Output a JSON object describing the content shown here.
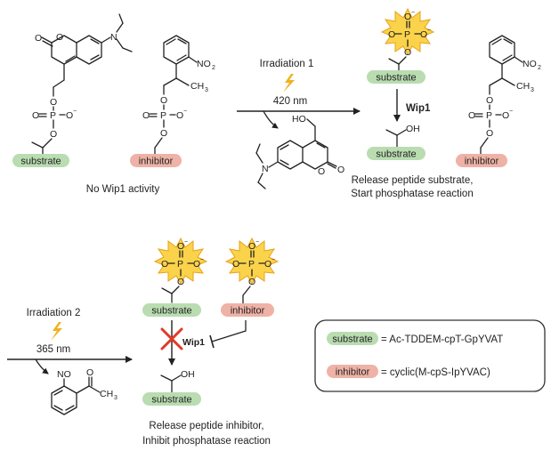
{
  "labels": {
    "substrate": "substrate",
    "inhibitor": "inhibitor",
    "no_activity": "No Wip1 activity",
    "irradiation1": "Irradiation 1",
    "wavelength1": "420 nm",
    "irradiation2": "Irradiation 2",
    "wavelength2": "365 nm",
    "wip1": "Wip1",
    "release1_line1": "Release peptide substrate,",
    "release1_line2": "Start phosphatase reaction",
    "release2_line1": "Release peptide inhibitor,",
    "release2_line2": "Inhibit phosphatase reaction"
  },
  "legend": {
    "substrate_def": "= Ac-TDDEM-cpT-GpYVAT",
    "inhibitor_def": "= cyclic(M-cpS-IpYVAC)"
  },
  "atoms": {
    "O": "O",
    "N": "N",
    "P": "P",
    "OH": "OH",
    "HO": "HO",
    "NO": "NO",
    "NO2": "NO",
    "two": "2",
    "CH3": "CH",
    "three": "3",
    "minus": "−"
  },
  "colors": {
    "substrate_fill": "#b9dcb1",
    "inhibitor_fill": "#eeb2a6",
    "burst_fill": "#fbd34a",
    "burst_stroke": "#e7a21a",
    "cross": "#e03b2a",
    "bolt": "#f1b11d"
  }
}
